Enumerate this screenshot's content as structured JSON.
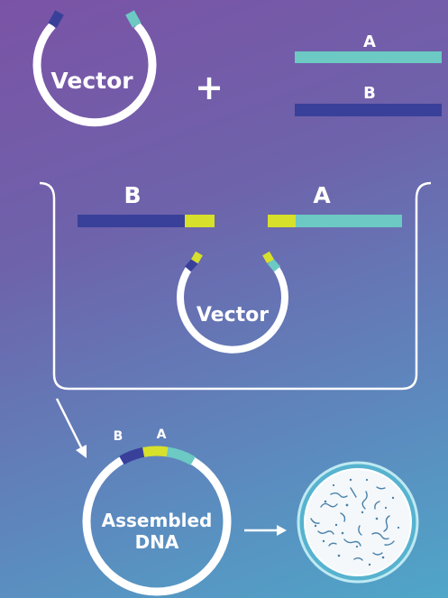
{
  "diagram": {
    "top": {
      "vector_label": "Vector",
      "plus_sign": "+",
      "fragment_a_label": "A",
      "fragment_b_label": "B"
    },
    "mix": {
      "fragment_b_label": "B",
      "fragment_a_label": "A",
      "vector_label": "Vector"
    },
    "result": {
      "label_b": "B",
      "label_a": "A",
      "assembled_line1": "Assembled",
      "assembled_line2": "DNA"
    },
    "colors": {
      "fragment_a": "#6cc9c3",
      "fragment_b": "#39409a",
      "overlap": "#d7e02a",
      "ring": "#ffffff"
    },
    "icons": [
      "arrow-icon",
      "bacterial-colony-plate-icon"
    ]
  }
}
